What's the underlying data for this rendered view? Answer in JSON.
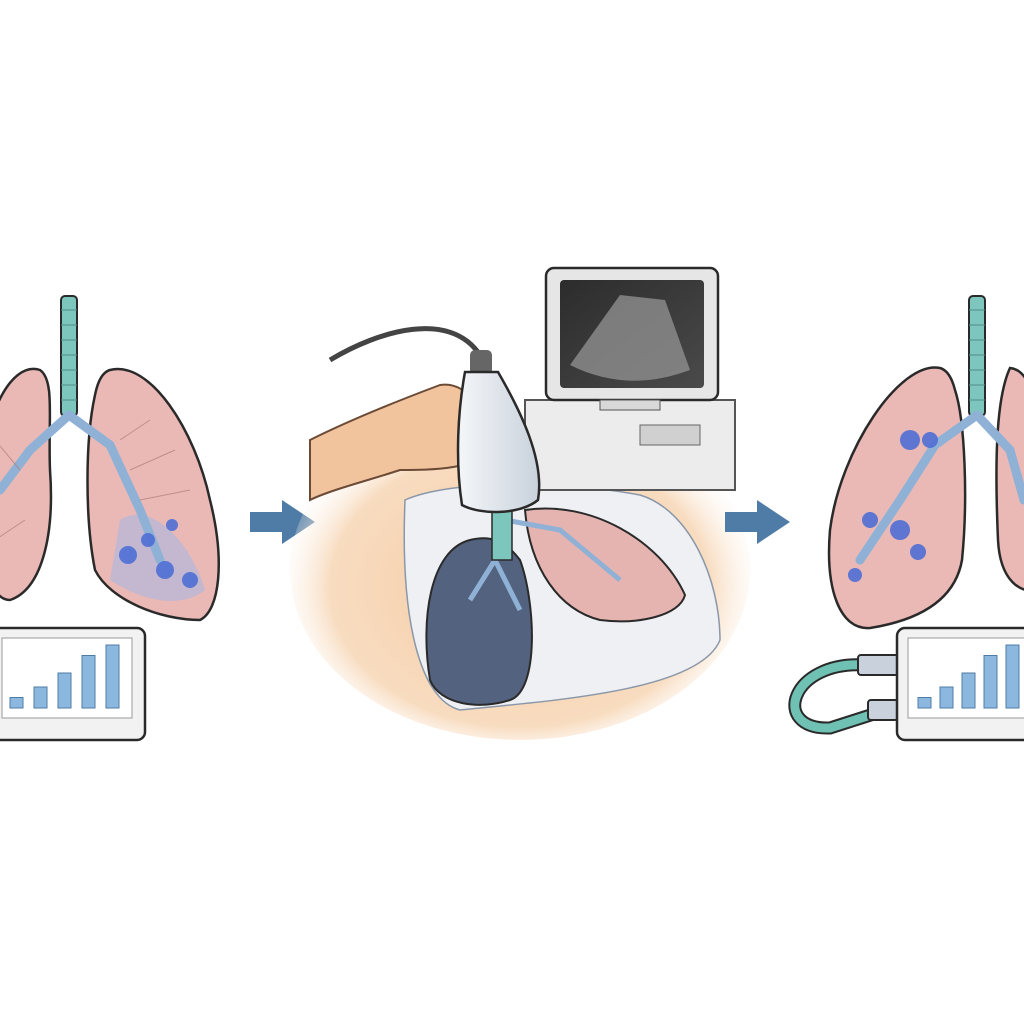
{
  "colors": {
    "background": "#ffffff",
    "lung_pink": "#eab9b6",
    "lung_outline": "#2a2a2a",
    "airway_blue": "#8fb1d6",
    "trachea_teal": "#7cc6bd",
    "nodule_blue": "#4f6fd6",
    "arrow_blue": "#4f7ca6",
    "chart_bar_blue": "#8cb8e0",
    "skin": "#f6d3b0",
    "monitor_frame": "#e6e6e6",
    "tube_teal": "#6fc1b3"
  },
  "icons": [
    "lungs-icon",
    "arrow-right-icon",
    "ultrasound-probe-icon",
    "ultrasound-monitor-icon",
    "bar-chart-monitor-icon"
  ],
  "left_panel": {
    "chart_levels": [
      0.15,
      0.3,
      0.5,
      0.75,
      0.9
    ]
  },
  "right_panel": {
    "chart_levels": [
      0.15,
      0.3,
      0.5,
      0.75,
      0.9
    ]
  }
}
